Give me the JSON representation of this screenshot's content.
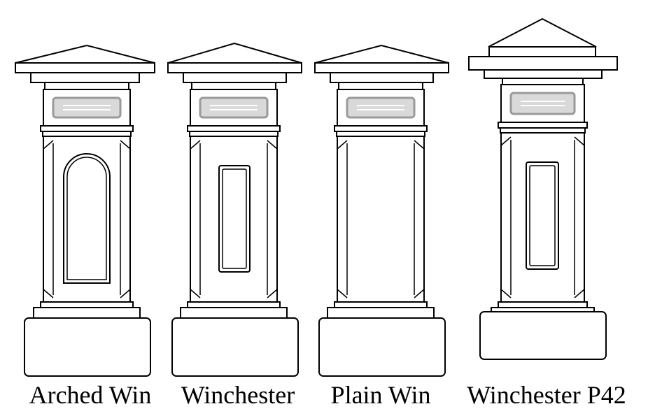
{
  "colors": {
    "outline": "#000000",
    "plaque": "#d9d9d9",
    "background": "#ffffff"
  },
  "pillars": [
    {
      "caption": "Arched Win",
      "panel": "arched"
    },
    {
      "caption": "Winchester",
      "panel": "rect"
    },
    {
      "caption": "Plain Win",
      "panel": "none"
    },
    {
      "caption": "Winchester P42",
      "panel": "rect-tall"
    }
  ]
}
